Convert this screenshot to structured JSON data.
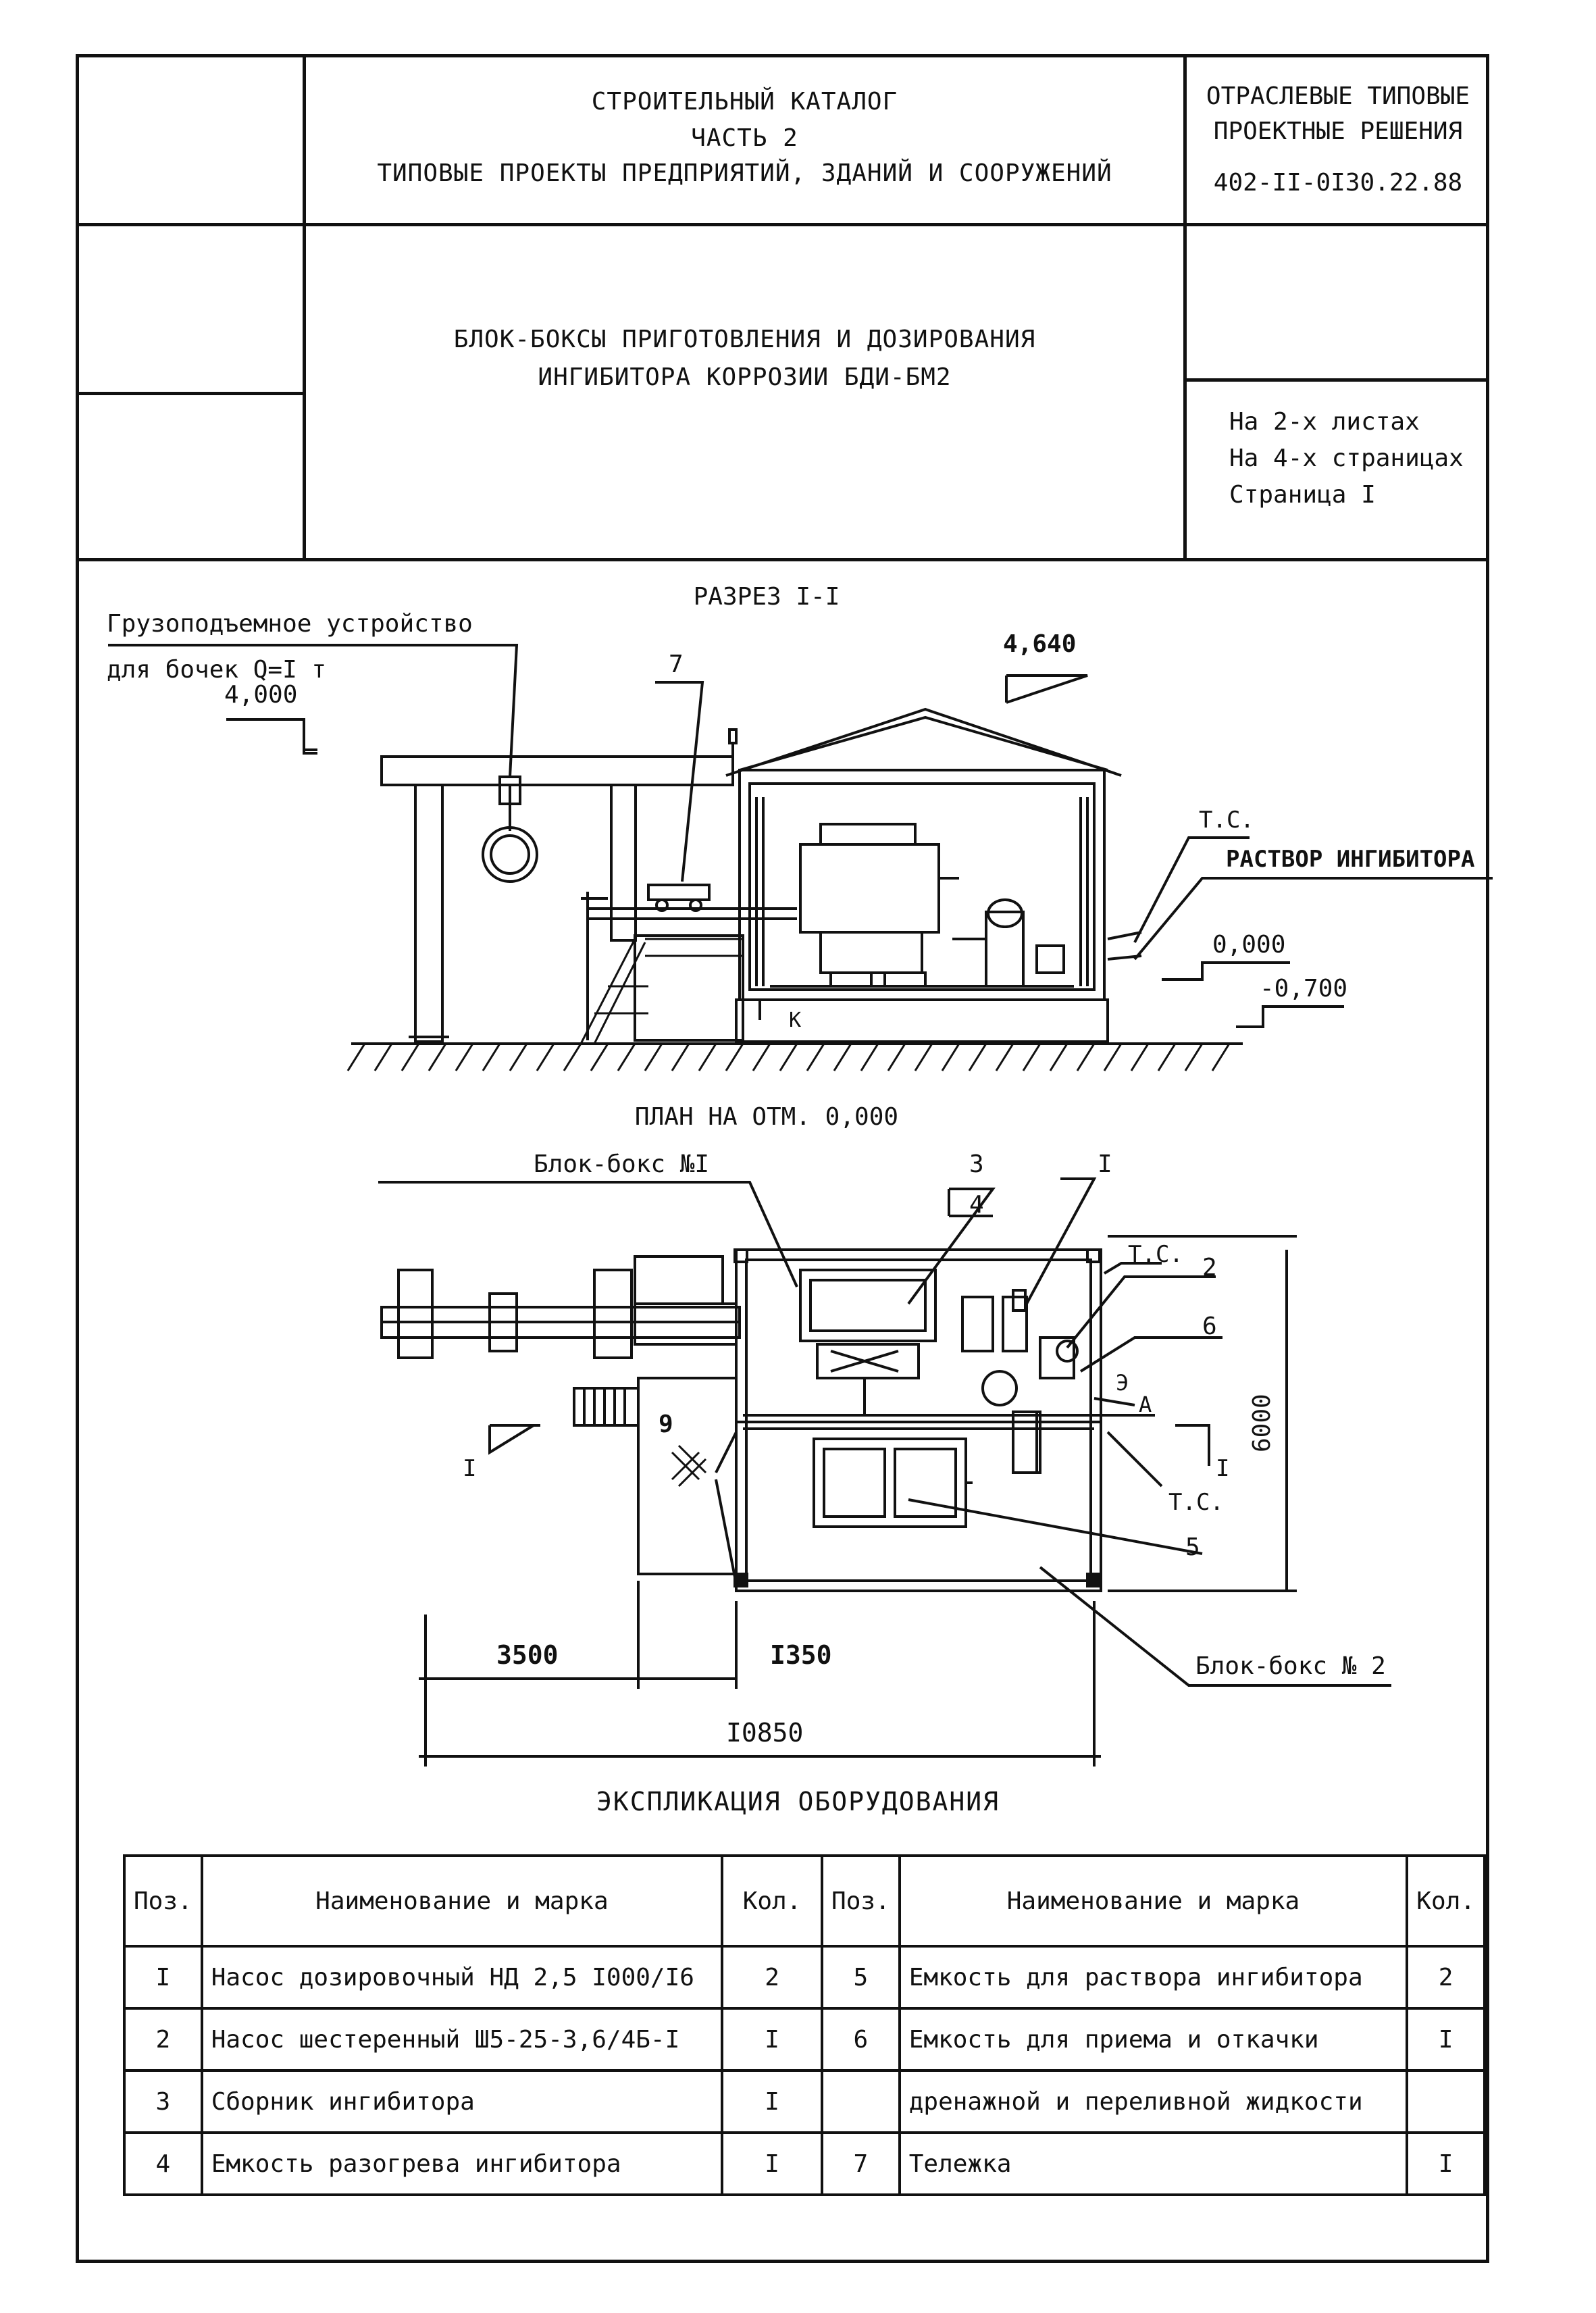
{
  "header": {
    "catalog_line1": "СТРОИТЕЛЬНЫЙ КАТАЛОГ",
    "catalog_line2": "ЧАСТЬ 2",
    "catalog_line3": "ТИПОВЫЕ ПРОЕКТЫ ПРЕДПРИЯТИЙ, ЗДАНИЙ И СООРУЖЕНИЙ",
    "right_line1": "ОТРАСЛЕВЫЕ ТИПОВЫЕ",
    "right_line2": "ПРОЕКТНЫЕ РЕШЕНИЯ",
    "code": "402-II-0I30.22.88",
    "title_line1": "БЛОК-БОКСЫ ПРИГОТОВЛЕНИЯ И ДОЗИРОВАНИЯ",
    "title_line2": "ИНГИБИТОРА КОРРОЗИИ БДИ-БМ2",
    "sheets": "На 2-х листах",
    "pages": "На 4-х страницах",
    "page": "Страница I"
  },
  "section": {
    "title": "РАЗРЕЗ I-I",
    "hoist_line1": "Грузоподъемное устройство",
    "hoist_line2": "для бочек  Q=I т",
    "mark_4000": "4,000",
    "mark_4640": "4,640",
    "label_7": "7",
    "label_ts": "Т.С.",
    "label_solution": "РАСТВОР ИНГИБИТОРА",
    "mark_0000": "0,000",
    "mark_0700": "-0,700",
    "label_k": "К"
  },
  "plan": {
    "title": "ПЛАН НА ОТМ. 0,000",
    "block1": "Блок-бокс №I",
    "block2": "Блок-бокс № 2",
    "label_3": "3",
    "label_4": "4",
    "label_I": "I",
    "label_2": "2",
    "label_6": "6",
    "label_5": "5",
    "label_9": "9",
    "label_ts_top": "Т.С.",
    "label_ts_bottom": "Т.С.",
    "label_e": "Э",
    "label_a": "А",
    "cut_left": "I",
    "cut_right": "I",
    "dim_6000": "6000",
    "dim_3500": "3500",
    "dim_1350": "I350",
    "dim_10850": "I0850"
  },
  "spec": {
    "title": "ЭКСПЛИКАЦИЯ   ОБОРУДОВАНИЯ",
    "headers": [
      "Поз.",
      "Наименование и марка",
      "Кол.",
      "Поз.",
      "Наименование и марка",
      "Кол."
    ],
    "rows": [
      [
        "I",
        "Насос дозировочный НД 2,5 I000/I6",
        "2",
        "5",
        "Емкость для раствора ингибитора",
        "2"
      ],
      [
        "2",
        "Насос шестеренный Ш5-25-3,6/4Б-I",
        "I",
        "6",
        "Емкость для приема и откачки",
        "I"
      ],
      [
        "3",
        "Сборник ингибитора",
        "I",
        "",
        "дренажной и переливной жидкости",
        ""
      ],
      [
        "4",
        "Емкость разогрева ингибитора",
        "I",
        "7",
        "Тележка",
        "I"
      ]
    ]
  }
}
